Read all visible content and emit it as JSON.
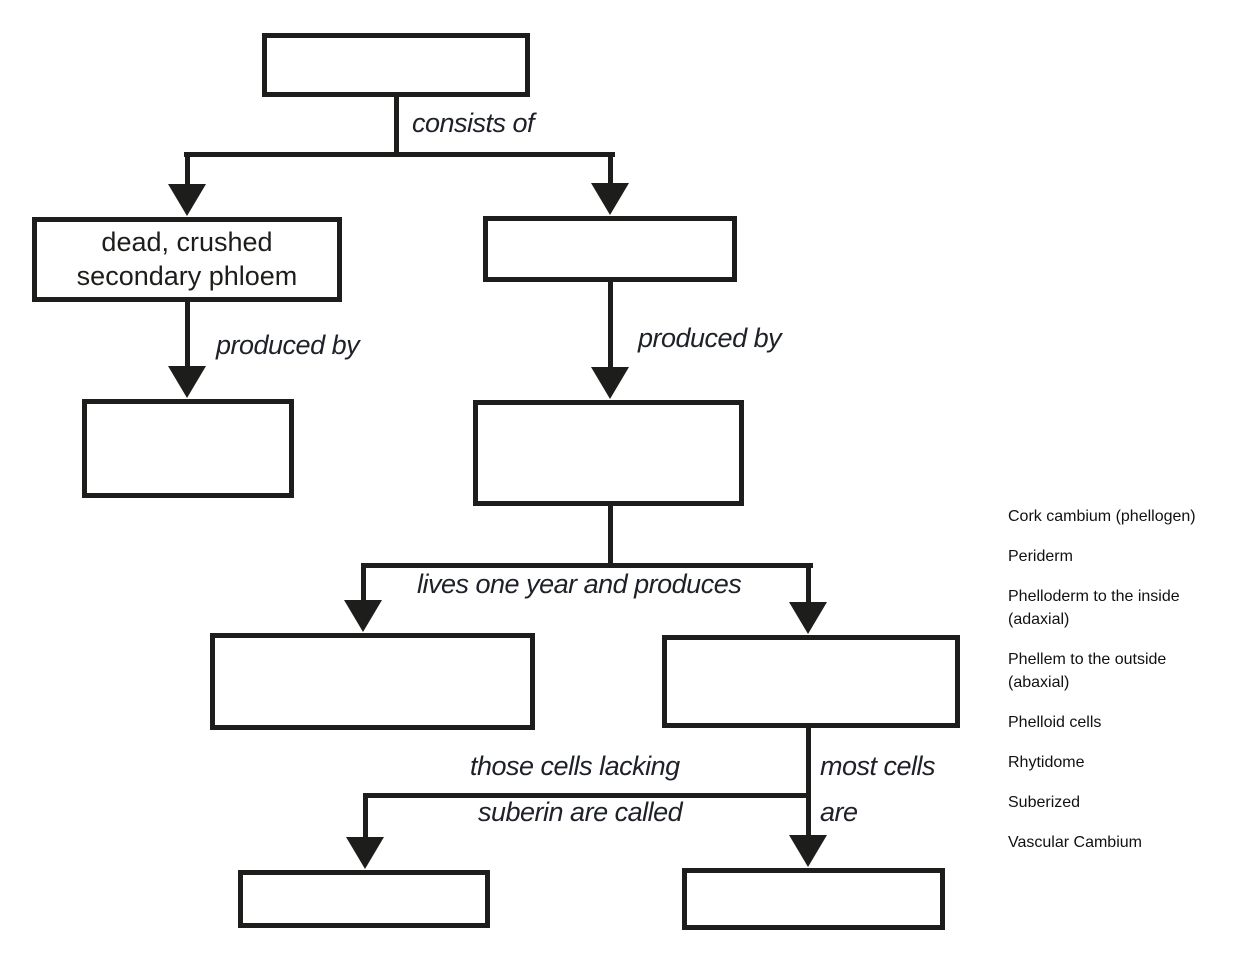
{
  "diagram": {
    "boxes": {
      "top": "",
      "dead_crushed": "dead, crushed\nsecondary phloem",
      "right_row2": "",
      "left_row3": "",
      "right_row3": "",
      "mid_left": "",
      "mid_right": "",
      "bottom_left": "",
      "bottom_right": ""
    },
    "edge_labels": {
      "consists_of": "consists of",
      "produced_by_left": "produced by",
      "produced_by_right": "produced by",
      "lives_one_year": "lives one year and produces",
      "lacking_suberin_line1": "those cells lacking",
      "lacking_suberin_line2": "suberin are called",
      "most_cells_line1": "most cells",
      "most_cells_line2": "are"
    },
    "colors": {
      "ink": "#1d1d1b",
      "background": "#ffffff"
    }
  },
  "word_bank": {
    "items": [
      "Cork cambium (phellogen)",
      "Periderm",
      "Phelloderm to the inside\n(adaxial)",
      "Phellem to the outside\n(abaxial)",
      "Phelloid cells",
      "Rhytidome",
      "Suberized",
      "Vascular Cambium"
    ]
  }
}
